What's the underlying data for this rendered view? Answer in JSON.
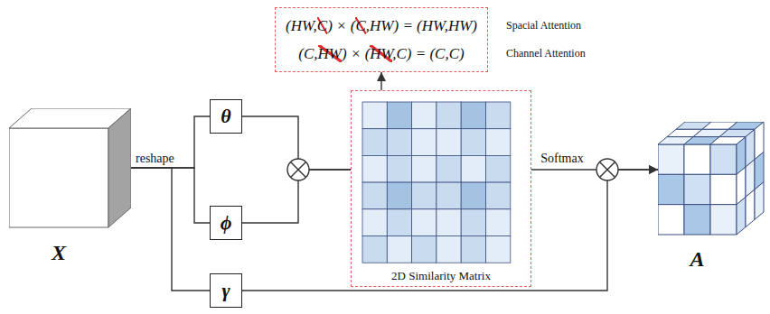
{
  "diagram": {
    "nodes": [
      {
        "text": [
          "X"
        ]
      },
      {
        "text": [
          "θ"
        ]
      },
      {
        "text": [
          "ϕ"
        ]
      },
      {
        "text": [
          "γ"
        ]
      },
      {
        "text": [
          "(HW,C) × (C,HW) = (HW,HW)",
          "(C,HW) × (HW,C) = (C,C)"
        ]
      },
      {
        "text": [
          "2D Similarity Matrix"
        ]
      },
      {
        "text": [
          "A"
        ]
      }
    ],
    "edges": [
      {
        "from": 0,
        "to": 1,
        "arrow": "none"
      },
      {
        "from": 0,
        "to": 2,
        "arrow": "none"
      },
      {
        "from": 0,
        "to": 3,
        "arrow": "none"
      },
      {
        "from": 1,
        "to": 5,
        "arrow": "none"
      },
      {
        "from": 2,
        "to": 5,
        "arrow": "none"
      },
      {
        "from": 5,
        "to": 4,
        "arrow": "to"
      },
      {
        "from": 5,
        "to": 6,
        "label": "Softmax",
        "arrow": "to"
      },
      {
        "from": 3,
        "to": 6,
        "arrow": "to"
      }
    ],
    "labels": [
      "reshape",
      "Spacial Attention",
      "Channel Attention"
    ]
  }
}
